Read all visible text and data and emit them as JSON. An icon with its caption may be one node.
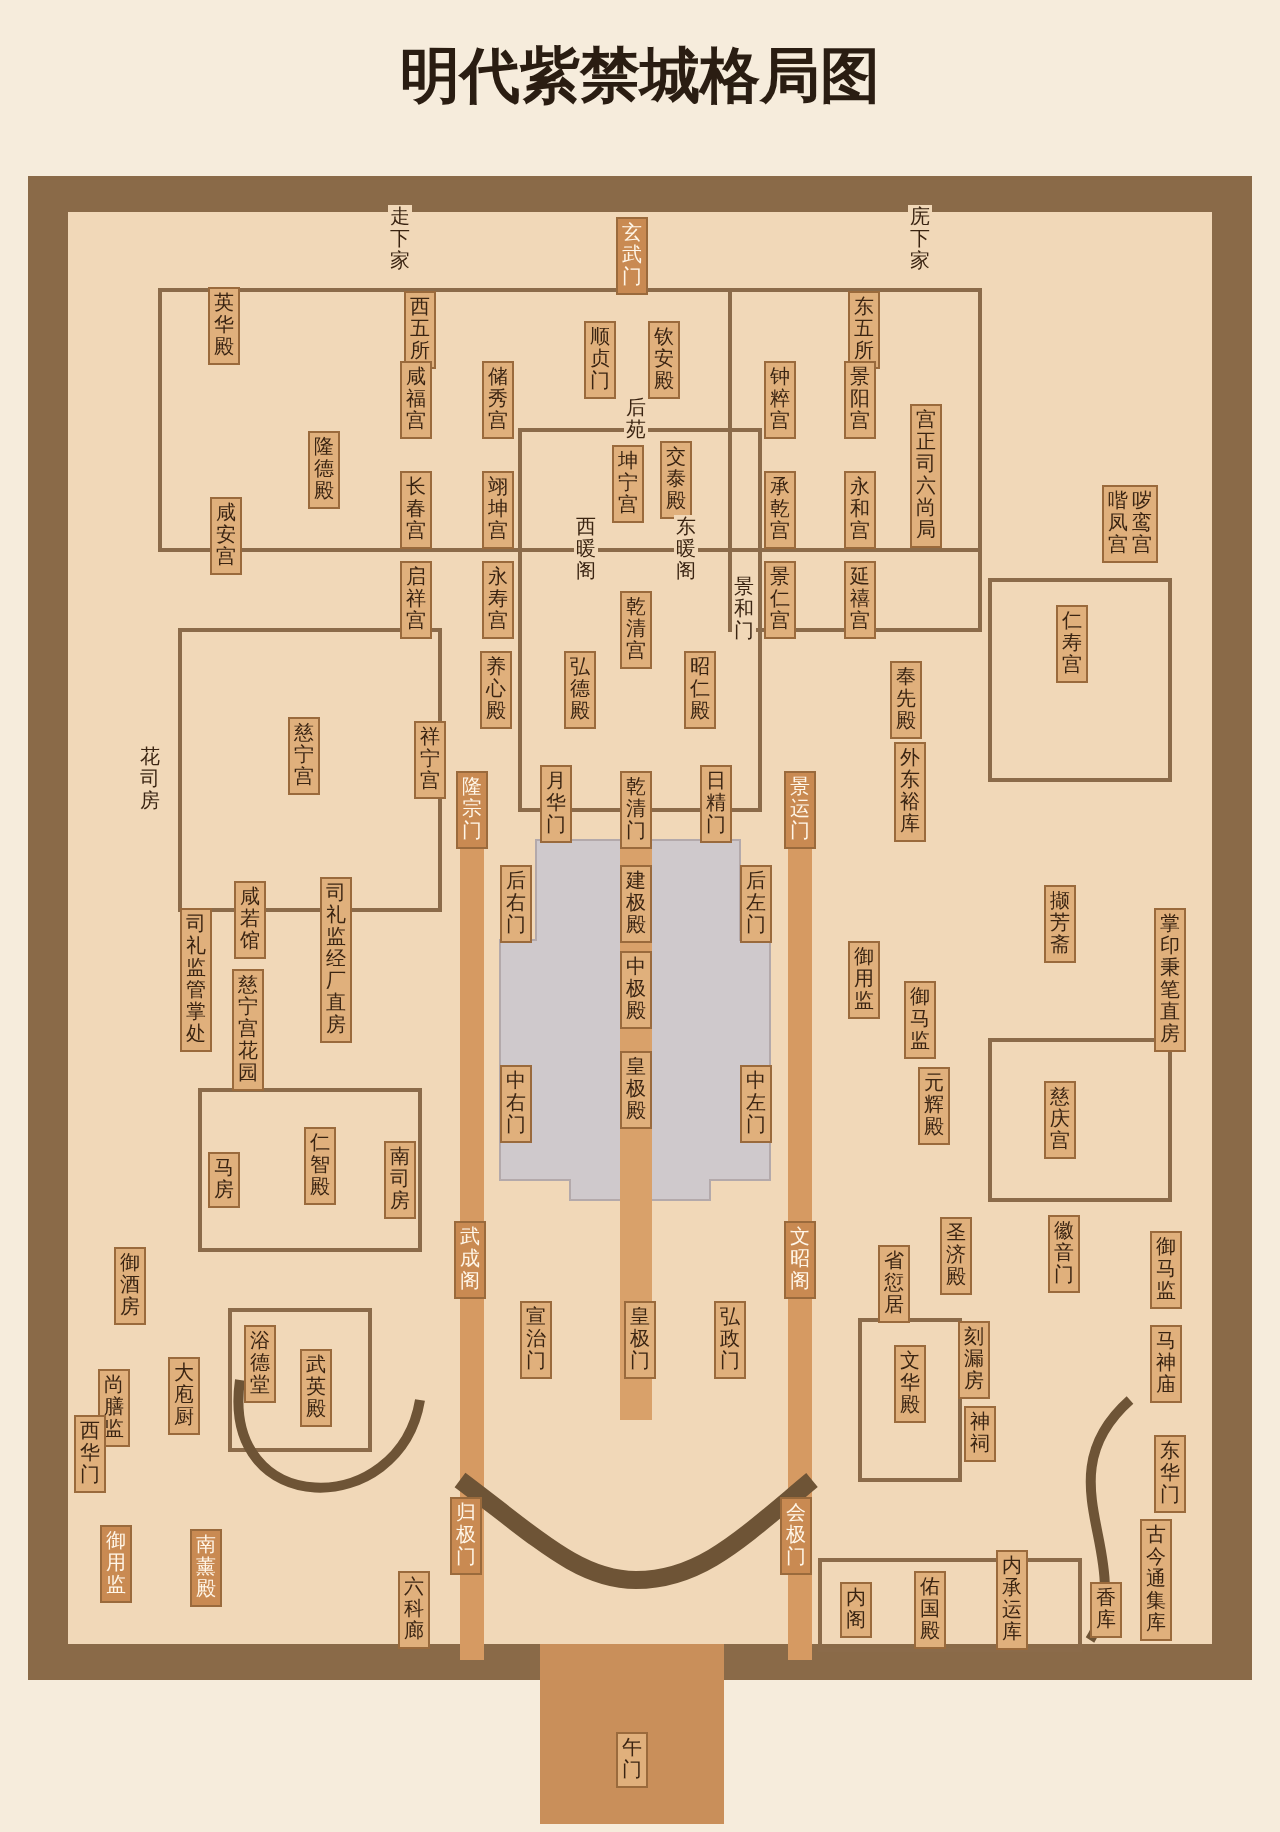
{
  "diagram": {
    "title": "明代紫禁城格局图",
    "nodes": [
      {
        "text": [
          "玄武门"
        ]
      },
      {
        "text": [
          "顺贞门"
        ]
      },
      {
        "text": [
          "钦安殿"
        ]
      },
      {
        "text": [
          "英华殿"
        ]
      },
      {
        "text": [
          "西五所"
        ]
      },
      {
        "text": [
          "东五所"
        ]
      },
      {
        "text": [
          "隆德殿"
        ]
      },
      {
        "text": [
          "咸福宫"
        ]
      },
      {
        "text": [
          "储秀宫"
        ]
      },
      {
        "text": [
          "长春宫"
        ]
      },
      {
        "text": [
          "翊坤宫"
        ]
      },
      {
        "text": [
          "启祥宫"
        ]
      },
      {
        "text": [
          "永寿宫"
        ]
      },
      {
        "text": [
          "咸安宫"
        ]
      },
      {
        "text": [
          "坤宁宫"
        ]
      },
      {
        "text": [
          "交泰殿"
        ]
      },
      {
        "text": [
          "乾清宫"
        ]
      },
      {
        "text": [
          "弘德殿"
        ]
      },
      {
        "text": [
          "昭仁殿"
        ]
      },
      {
        "text": [
          "钟粹宫"
        ]
      },
      {
        "text": [
          "景阳宫"
        ]
      },
      {
        "text": [
          "宫正司六尚局"
        ]
      },
      {
        "text": [
          "承乾宫"
        ]
      },
      {
        "text": [
          "永和宫"
        ]
      },
      {
        "text": [
          "景仁宫"
        ]
      },
      {
        "text": [
          "延禧宫"
        ]
      },
      {
        "text": [
          "喈凤宫",
          "哕鸾宫"
        ]
      },
      {
        "text": [
          "仁寿宫"
        ]
      },
      {
        "text": [
          "奉先殿"
        ]
      },
      {
        "text": [
          "养心殿"
        ]
      },
      {
        "text": [
          "祥宁宫"
        ]
      },
      {
        "text": [
          "慈宁宫"
        ]
      },
      {
        "text": [
          "外东裕库"
        ]
      },
      {
        "text": [
          "隆宗门"
        ]
      },
      {
        "text": [
          "月华门"
        ]
      },
      {
        "text": [
          "乾清门"
        ]
      },
      {
        "text": [
          "日精门"
        ]
      },
      {
        "text": [
          "景运门"
        ]
      },
      {
        "text": [
          "后右门"
        ]
      },
      {
        "text": [
          "建极殿"
        ]
      },
      {
        "text": [
          "后左门"
        ]
      },
      {
        "text": [
          "中极殿"
        ]
      },
      {
        "text": [
          "皇极殿"
        ]
      },
      {
        "text": [
          "中右门"
        ]
      },
      {
        "text": [
          "中左门"
        ]
      },
      {
        "text": [
          "咸若馆"
        ]
      },
      {
        "text": [
          "司礼监管掌处"
        ]
      },
      {
        "text": [
          "慈宁宫花园"
        ]
      },
      {
        "text": [
          "司礼监经厂直房"
        ]
      },
      {
        "text": [
          "撷芳斋"
        ]
      },
      {
        "text": [
          "御用监"
        ]
      },
      {
        "text": [
          "御马监"
        ]
      },
      {
        "text": [
          "掌印秉笔直房"
        ]
      },
      {
        "text": [
          "元辉殿"
        ]
      },
      {
        "text": [
          "慈庆宫"
        ]
      },
      {
        "text": [
          "仁智殿"
        ]
      },
      {
        "text": [
          "马房"
        ]
      },
      {
        "text": [
          "南司房"
        ]
      },
      {
        "text": [
          "武成阁"
        ]
      },
      {
        "text": [
          "文昭阁"
        ]
      },
      {
        "text": [
          "御酒房"
        ]
      },
      {
        "text": [
          "省愆居"
        ]
      },
      {
        "text": [
          "圣济殿"
        ]
      },
      {
        "text": [
          "徽音门"
        ]
      },
      {
        "text": [
          "御马监"
        ]
      },
      {
        "text": [
          "宣治门"
        ]
      },
      {
        "text": [
          "皇极门"
        ]
      },
      {
        "text": [
          "弘政门"
        ]
      },
      {
        "text": [
          "浴德堂"
        ]
      },
      {
        "text": [
          "武英殿"
        ]
      },
      {
        "text": [
          "尚膳监"
        ]
      },
      {
        "text": [
          "大庖厨"
        ]
      },
      {
        "text": [
          "文华殿"
        ]
      },
      {
        "text": [
          "刻漏房"
        ]
      },
      {
        "text": [
          "神祠"
        ]
      },
      {
        "text": [
          "马神庙"
        ]
      },
      {
        "text": [
          "西华门"
        ]
      },
      {
        "text": [
          "东华门"
        ]
      },
      {
        "text": [
          "归极门"
        ]
      },
      {
        "text": [
          "会极门"
        ]
      },
      {
        "text": [
          "御用监"
        ]
      },
      {
        "text": [
          "南薰殿"
        ]
      },
      {
        "text": [
          "六科廊"
        ]
      },
      {
        "text": [
          "内阁"
        ]
      },
      {
        "text": [
          "佑国殿"
        ]
      },
      {
        "text": [
          "内承运库"
        ]
      },
      {
        "text": [
          "香库"
        ]
      },
      {
        "text": [
          "古今通集库"
        ]
      },
      {
        "text": [
          "午门"
        ]
      }
    ],
    "labels": [
      "走下家",
      "庑下家",
      "后苑",
      "西暖阁",
      "东暖阁",
      "景和门",
      "花司房"
    ]
  }
}
